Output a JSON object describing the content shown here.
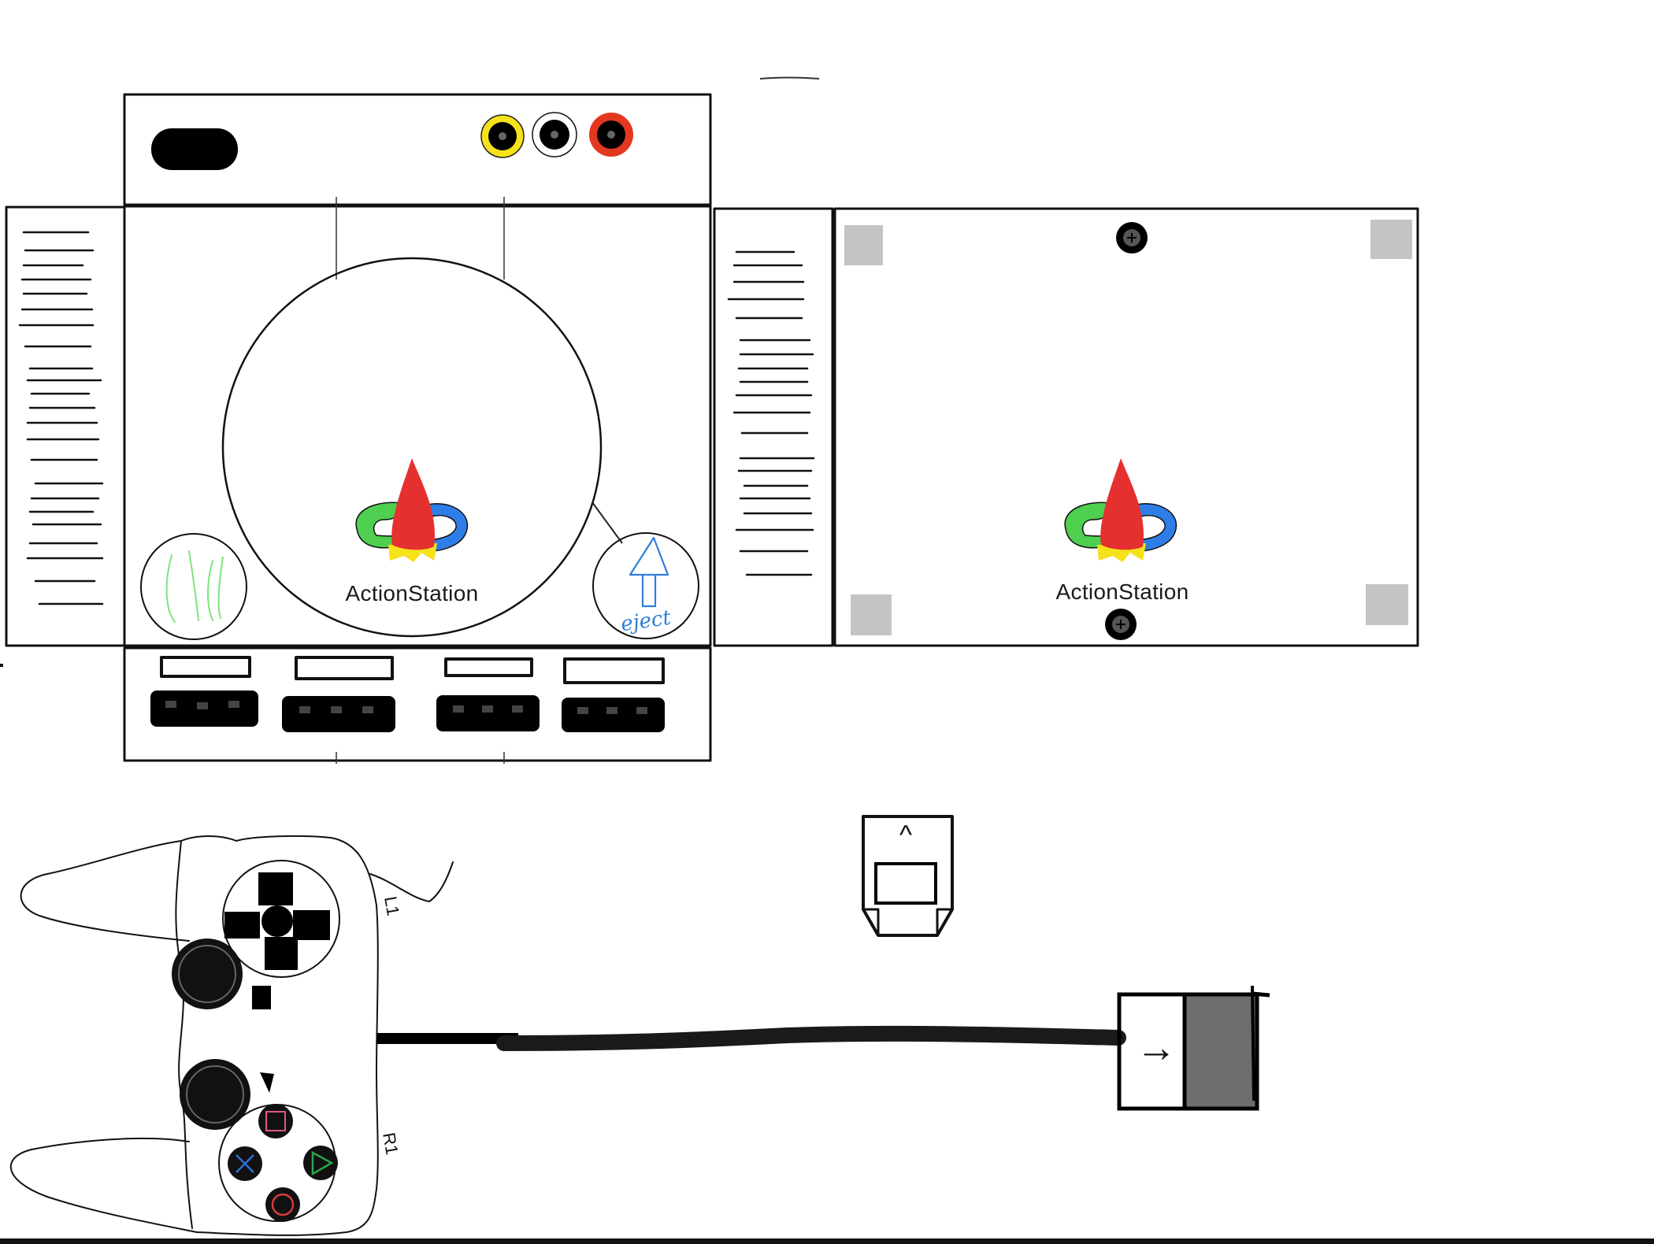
{
  "console": {
    "brand_name": "ActionStation",
    "av_ports": [
      {
        "name": "video",
        "color": "#f5e21a"
      },
      {
        "name": "audio-left",
        "color": "#ffffff"
      },
      {
        "name": "audio-right",
        "color": "#e4371f"
      }
    ],
    "power_button": {
      "color": "#7ee37e"
    },
    "eject_button": {
      "label": "eject",
      "arrow_label": "^",
      "color": "#2f7fd8"
    }
  },
  "controller": {
    "shoulder_left": "L1",
    "shoulder_right": "R1",
    "face_buttons": [
      {
        "name": "square",
        "color": "#e0568a"
      },
      {
        "name": "cross",
        "color": "#2f6fd8"
      },
      {
        "name": "triangle",
        "color": "#2aa54a"
      },
      {
        "name": "circle",
        "color": "#d83a3a"
      }
    ]
  },
  "memory_card": {
    "arrow_label": "^"
  },
  "plug": {
    "arrow_label": "→",
    "fill": "#6e6e6e"
  },
  "logo_colors": {
    "flame": "#e53030",
    "ring_left": "#4fcf4f",
    "ring_right": "#2f7ee8",
    "base": "#f5e21a"
  },
  "accent": {
    "screw_pad": "#c4c4c4",
    "ink": "#111111"
  }
}
